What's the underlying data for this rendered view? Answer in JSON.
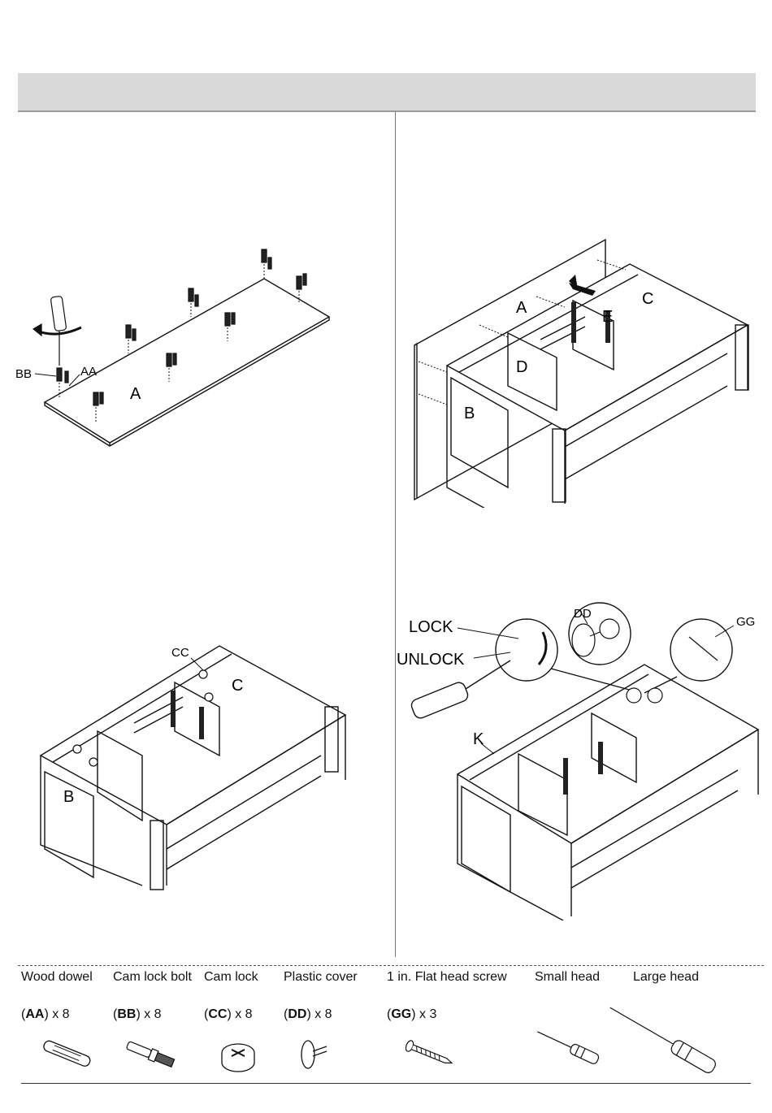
{
  "steps": {
    "step1": {
      "labels": {
        "panel": "A",
        "bolt": "BB",
        "dowel": "AA"
      }
    },
    "step2": {
      "labels": {
        "panel_a": "A",
        "panel_b": "B",
        "panel_c": "C",
        "panel_d": "D",
        "panel_e": "E"
      }
    },
    "step3": {
      "labels": {
        "cam_lock": "CC",
        "panel_b": "B",
        "panel_c": "C"
      }
    },
    "step4": {
      "labels": {
        "lock": "LOCK",
        "unlock": "UNLOCK",
        "cover": "DD",
        "screw": "GG",
        "panel_k": "K"
      }
    }
  },
  "parts": [
    {
      "name": "Wood dowel",
      "code": "AA",
      "qty": ") x 8",
      "icon": "wood-dowel-icon"
    },
    {
      "name": "Cam lock bolt",
      "code": "BB",
      "qty": ") x 8",
      "icon": "cam-lock-bolt-icon"
    },
    {
      "name": "Cam lock",
      "code": "CC",
      "qty": ") x 8",
      "icon": "cam-lock-icon"
    },
    {
      "name": "Plastic cover",
      "code": "DD",
      "qty": ") x 8",
      "icon": "plastic-cover-icon"
    },
    {
      "name": "1 in. Flat head screw",
      "code": "GG",
      "qty": ") x 3",
      "icon": "flat-head-screw-icon"
    },
    {
      "name": "Small head",
      "icon": "small-screwdriver-icon"
    },
    {
      "name": "Large head",
      "icon": "large-screwdriver-icon"
    }
  ],
  "colors": {
    "header_bg": "#d9d9d9",
    "line": "#111111"
  }
}
